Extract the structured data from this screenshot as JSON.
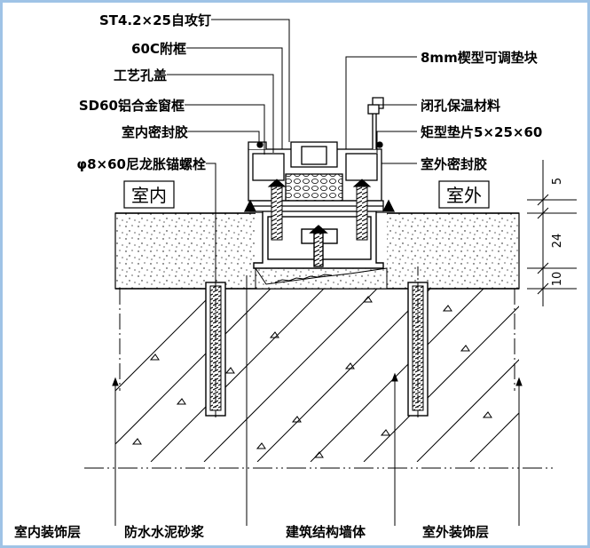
{
  "callouts_left": [
    "ST4.2×25自攻钉",
    "60C附框",
    "工艺孔盖",
    "SD60铝合金窗框",
    "室内密封胶",
    "φ8×60尼龙胀锚螺栓"
  ],
  "callouts_right": [
    "8mm楔型可调垫块",
    "闭孔保温材料",
    "矩型垫片5×25×60",
    "室外密封胶"
  ],
  "rooms": {
    "indoor": "室内",
    "outdoor": "室外"
  },
  "dimensions": [
    "5",
    "24",
    "10"
  ],
  "bottom_labels": [
    "室内装饰层",
    "防水水泥砂浆",
    "建筑结构墙体",
    "室外装饰层"
  ]
}
